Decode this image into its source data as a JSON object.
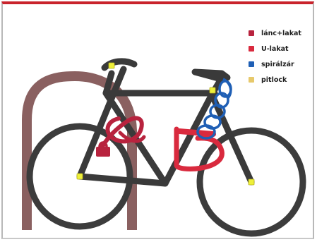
{
  "legend": {
    "items": [
      {
        "label": "lánc+lakat",
        "color": "#b8233e",
        "icon": "chain-lock-swatch"
      },
      {
        "label": "U-lakat",
        "color": "#d92a3e",
        "icon": "u-lock-swatch"
      },
      {
        "label": "spirálzár",
        "color": "#1f5fb5",
        "icon": "cable-lock-swatch"
      },
      {
        "label": "pitlock",
        "color": "#e7c96b",
        "icon": "pitlock-swatch"
      }
    ]
  },
  "colors": {
    "frame_accent": "#c9242c",
    "bike": "#3a3a3a",
    "rack": "#8a6060",
    "pitlock_marker": "#eef03a"
  }
}
